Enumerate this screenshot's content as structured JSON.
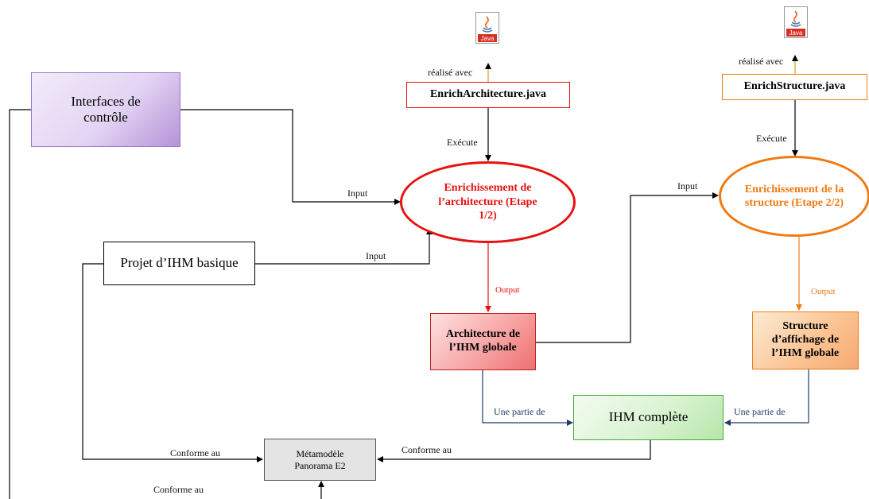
{
  "nodes": {
    "interfaces": "Interfaces de contrôle",
    "projet": "Projet d’IHM basique",
    "enrich_arch_java": "EnrichArchitecture.java",
    "enrich_struct_java": "EnrichStructure.java",
    "enrich_arch": "Enrichissement de l’architecture (Etape 1/2)",
    "enrich_struct": "Enrichissement de la structure (Etape 2/2)",
    "architecture": "Architecture de l’IHM globale",
    "structure": "Structure d’affichage de l’IHM globale",
    "ihm_complete": "IHM complète",
    "metamodele": "Métamodèle Panorama E2",
    "java_logo": "Java"
  },
  "edge_labels": {
    "realise_avec_1": "réalisé avec",
    "realise_avec_2": "réalisé avec",
    "execute_1": "Exécute",
    "execute_2": "Exécute",
    "input_1": "Input",
    "input_2": "Input",
    "input_3": "Input",
    "output_1": "Output",
    "output_2": "Output",
    "partie_1": "Une partie de",
    "partie_2": "Une partie de",
    "conforme_1": "Conforme au",
    "conforme_2": "Conforme au",
    "conforme_3": "Conforme au"
  },
  "colors": {
    "red": "#e81010",
    "orange": "#f07a12",
    "purple": "#9977cc",
    "green": "#44aa44",
    "navy": "#1f3a6e"
  }
}
